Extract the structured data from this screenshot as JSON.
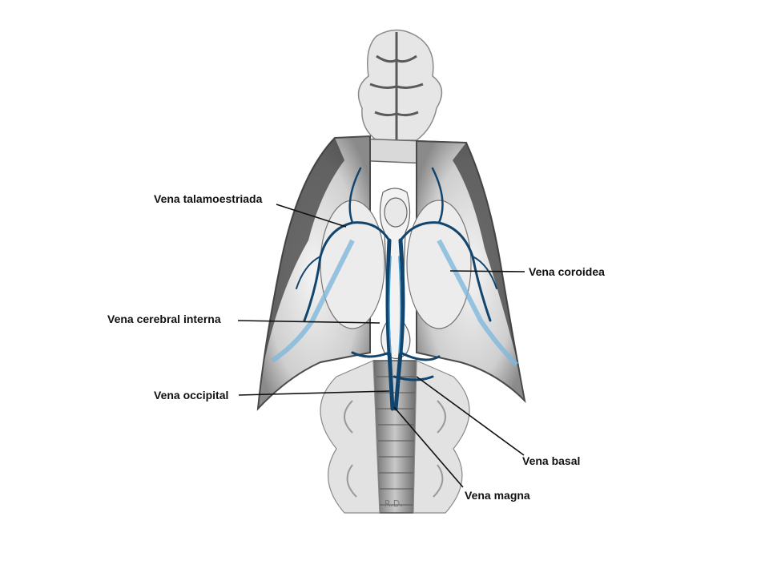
{
  "labels": {
    "talamoestriada": "Vena talamoestriada",
    "coroidea": "Vena coroidea",
    "cerebral_interna": "Vena cerebral interna",
    "occipital": "Vena occipital",
    "basal": "Vena basal",
    "magna": "Vena magna"
  },
  "signature": "R.D.",
  "colors": {
    "vein_dark": "#12456e",
    "vein_light": "#4a9fd0",
    "tissue": "#bfbfbf",
    "tissue_dark": "#3a3a3a",
    "leader": "#111111"
  }
}
